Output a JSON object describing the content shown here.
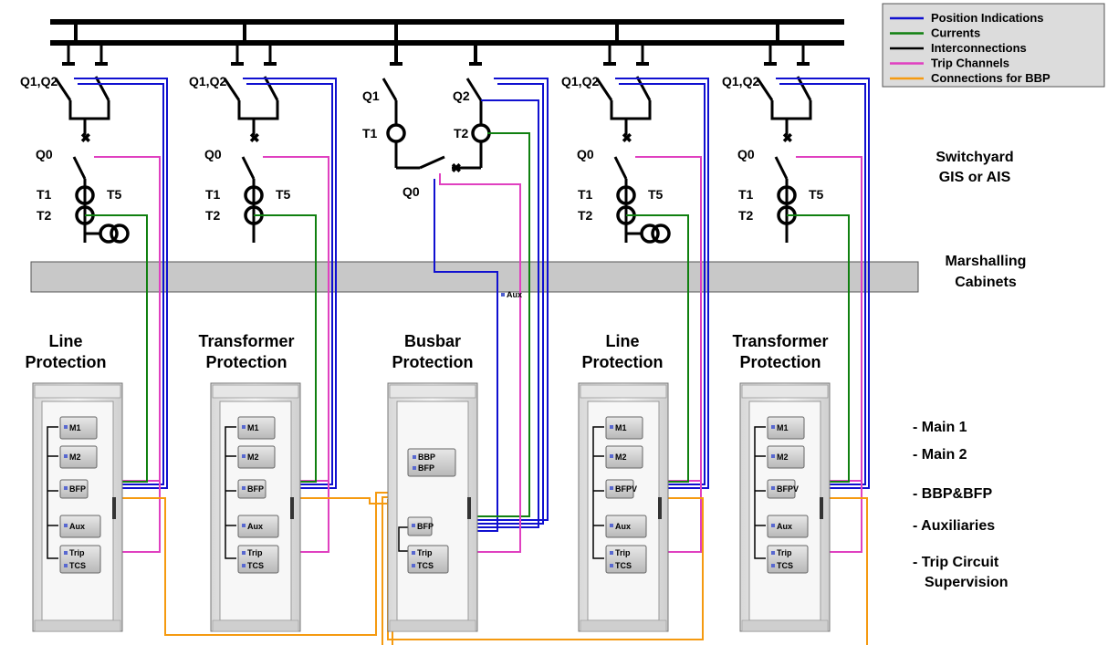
{
  "legend": {
    "items": [
      {
        "label": "Position Indications",
        "color": "#1010d0"
      },
      {
        "label": "Currents",
        "color": "#108010"
      },
      {
        "label": "Interconnections",
        "color": "#000000"
      },
      {
        "label": "Trip Channels",
        "color": "#e040c0"
      },
      {
        "label": "Connections for BBP",
        "color": "#f59a10"
      }
    ]
  },
  "bays": [
    {
      "switch_label": "Q1,Q2",
      "cb_label": "Q0",
      "ct1": "T1",
      "ct2": "T2",
      "ct5": "T5",
      "protection": [
        "Line",
        "Protection"
      ],
      "devices": [
        "M1",
        "M2",
        "BFP",
        "Aux",
        "Trip",
        "TCS"
      ]
    },
    {
      "switch_label": "Q1,Q2",
      "cb_label": "Q0",
      "ct1": "T1",
      "ct2": "T2",
      "ct5": "T5",
      "protection": [
        "Transformer",
        "Protection"
      ],
      "devices": [
        "M1",
        "M2",
        "BFP",
        "Aux",
        "Trip",
        "TCS"
      ]
    },
    {
      "switch_label_1": "Q1",
      "switch_label_2": "Q2",
      "cb_label": "Q0",
      "ct1": "T1",
      "ct2": "T2",
      "protection": [
        "Busbar",
        "Protection"
      ],
      "devices": [
        "BBP",
        "BFP",
        "BFP",
        "Trip",
        "TCS"
      ]
    },
    {
      "switch_label": "Q1,Q2",
      "cb_label": "Q0",
      "ct1": "T1",
      "ct2": "T2",
      "ct5": "T5",
      "protection": [
        "Line",
        "Protection"
      ],
      "devices": [
        "M1",
        "M2",
        "BFPV",
        "Aux",
        "Trip",
        "TCS"
      ]
    },
    {
      "switch_label": "Q1,Q2",
      "cb_label": "Q0",
      "ct1": "T1",
      "ct2": "T2",
      "ct5": "T5",
      "protection": [
        "Transformer",
        "Protection"
      ],
      "devices": [
        "M1",
        "M2",
        "BFPV",
        "Aux",
        "Trip",
        "TCS"
      ]
    }
  ],
  "marshalling_aux": "Aux",
  "right_labels": {
    "switchyard": [
      "Switchyard",
      "GIS or AIS"
    ],
    "marshalling": [
      "Marshalling",
      "Cabinets"
    ],
    "functions": [
      "- Main 1",
      "- Main 2",
      "- BBP&BFP",
      "- Auxiliaries",
      "- Trip Circuit",
      "Supervision"
    ]
  },
  "colors": {
    "position": "#1010d0",
    "currents": "#108010",
    "trip": "#e040c0",
    "bbp": "#f59a10",
    "cabinet_bar": "#c8c8c8"
  }
}
